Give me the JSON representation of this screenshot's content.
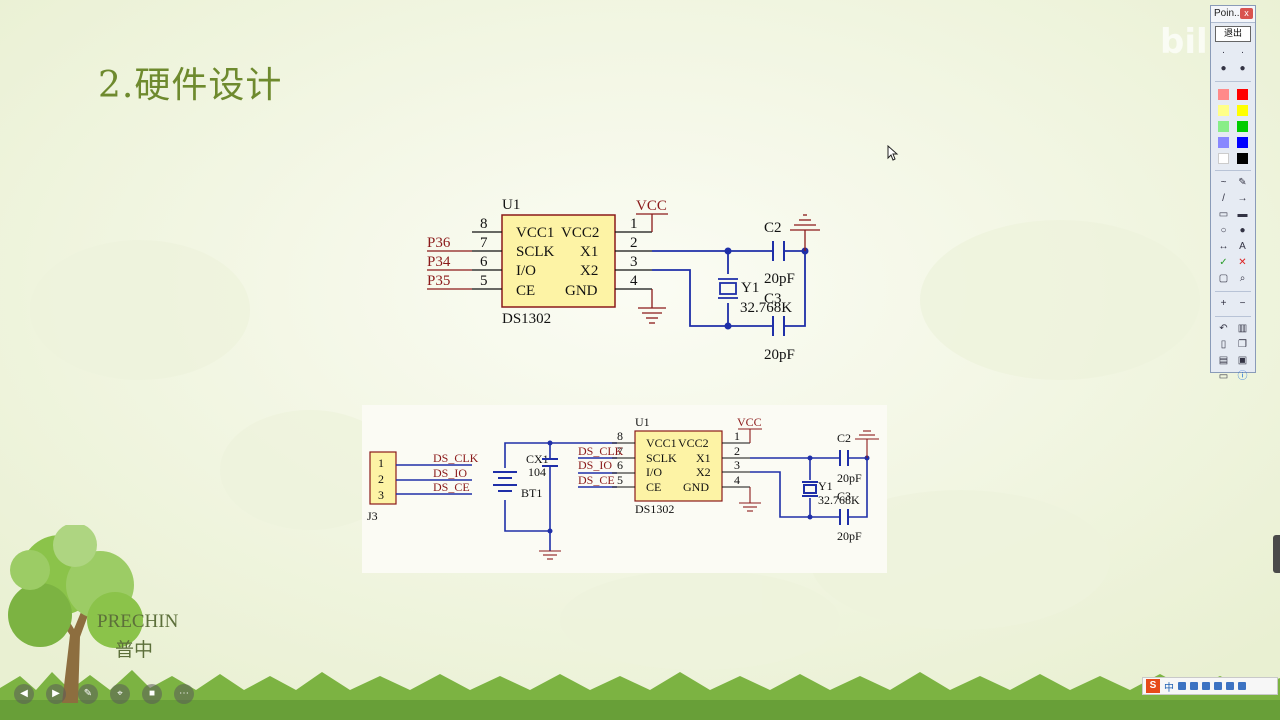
{
  "slide": {
    "title": "2.硬件设计"
  },
  "schematic1": {
    "ref": "U1",
    "part": "DS1302",
    "vcc": "VCC",
    "pins_left": [
      {
        "num": "8",
        "label": "VCC1",
        "net": ""
      },
      {
        "num": "7",
        "label": "SCLK",
        "net": "P36"
      },
      {
        "num": "6",
        "label": "I/O",
        "net": "P34"
      },
      {
        "num": "5",
        "label": "CE",
        "net": "P35"
      }
    ],
    "pins_right": [
      {
        "num": "1",
        "label": "VCC2"
      },
      {
        "num": "2",
        "label": "X1"
      },
      {
        "num": "3",
        "label": "X2"
      },
      {
        "num": "4",
        "label": "GND"
      }
    ],
    "c2": "C2",
    "c3": "C3",
    "cap_value": "20pF",
    "crystal": "Y1",
    "crystal_value": "32.768K"
  },
  "schematic2": {
    "ref": "U1",
    "part": "DS1302",
    "vcc": "VCC",
    "connector": "J3",
    "connector_pins": [
      "1",
      "2",
      "3"
    ],
    "connector_nets": [
      "DS_CLK",
      "DS_IO",
      "DS_CE"
    ],
    "cap": "CX1",
    "cap_value": "104",
    "battery": "BT1",
    "pins_left": [
      {
        "num": "8",
        "label": "VCC1",
        "net": ""
      },
      {
        "num": "7",
        "label": "SCLK",
        "net": "DS_CLK"
      },
      {
        "num": "6",
        "label": "I/O",
        "net": "DS_IO"
      },
      {
        "num": "5",
        "label": "CE",
        "net": "DS_CE"
      }
    ],
    "pins_right": [
      {
        "num": "1",
        "label": "VCC2"
      },
      {
        "num": "2",
        "label": "X1"
      },
      {
        "num": "3",
        "label": "X2"
      },
      {
        "num": "4",
        "label": "GND"
      }
    ],
    "c2": "C2",
    "c3": "C3",
    "cap_small": "20pF",
    "crystal": "Y1",
    "crystal_value": "32.768K"
  },
  "brand": {
    "en": "PRECHIN",
    "zh": "普中"
  },
  "toolbar": {
    "title": "Poin...",
    "close": "x",
    "exit": "退出"
  },
  "ime": {
    "logo": "S",
    "mode": "中"
  },
  "watermark": "bili",
  "colors": {
    "title": "#6e8a2e",
    "wire": "#1f2fa8",
    "part_fill": "#fdf3a5",
    "net_label": "#8b1a1a"
  },
  "icons": [
    "pen-tool-icon",
    "highlighter-icon",
    "line-icon",
    "arrow-icon",
    "rectangle-icon",
    "ellipse-icon",
    "double-arrow-icon",
    "text-icon",
    "check-icon",
    "cross-icon",
    "crop-icon",
    "zoom-icon",
    "plus-icon",
    "minus-icon",
    "undo-icon",
    "trash-icon",
    "new-page-icon",
    "copy-icon",
    "print-icon",
    "save-icon",
    "screen-icon",
    "info-icon"
  ]
}
